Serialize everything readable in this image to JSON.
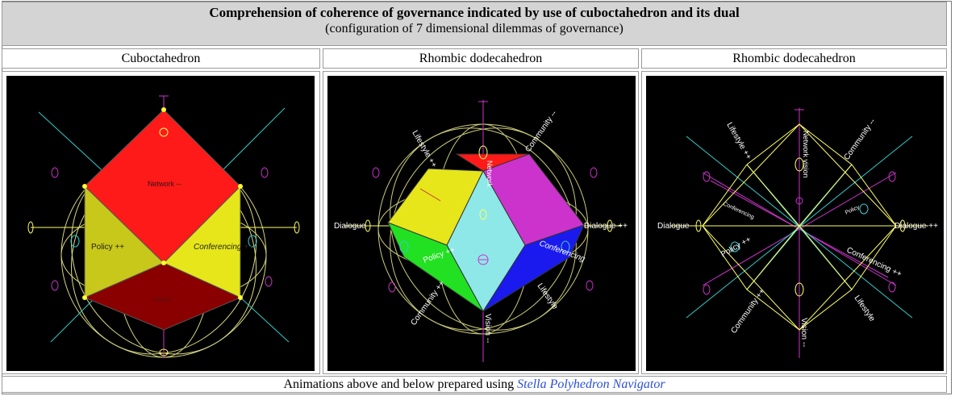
{
  "header": {
    "title": "Comprehension of coherence of governance indicated by use of cuboctahedron and its dual",
    "subtitle": "(configuration of 7 dimensional dilemmas of governance)"
  },
  "columns": [
    {
      "label": "Cuboctahedron"
    },
    {
      "label": "Rhombic dodecahedron"
    },
    {
      "label": "Rhombic dodecahedron"
    }
  ],
  "panel1": {
    "network": "Network --",
    "policy": "Policy ++",
    "conferencing": "Conferencing ++",
    "vision": "Vision"
  },
  "panel2": {
    "lifestyle_pp": "Lifestyle ++",
    "community_mm": "Community --",
    "dialogue_l": "Dialogue",
    "dialogue_r": "Dialogue ++",
    "policy": "Policy ++",
    "conferencing": "Conferencing",
    "community_pp": "Community ++",
    "lifestyle": "Lifestyle",
    "vision": "Vision --",
    "network": "Network"
  },
  "panel3": {
    "lifestyle_pp": "Lifestyle ++",
    "community_mm": "Community --",
    "dialogue_l": "Dialogue",
    "dialogue_r": "Dialogue ++",
    "policy": "Policy ++",
    "conferencing": "Conferencing ++",
    "conf_small": "Conferencing",
    "policy_small": "Policy",
    "community_pp": "Community ++",
    "lifestyle": "Lifestyle",
    "vision_bottom": "Vision --",
    "vision_top": "Network vision"
  },
  "footer": {
    "text": "Animations above and below prepared using",
    "link": "Stella Polyhedron Navigator"
  },
  "colors": {
    "red": "#ff1a1a",
    "yellow": "#e3e31a",
    "olive": "#a8a81a",
    "maroon": "#8a0000",
    "magenta": "#cc33cc",
    "cyan_face": "#8ee8e8",
    "green": "#22e022",
    "blue": "#1a1aee",
    "guide_cyan": "#33cccc",
    "guide_yellow": "#ffff66",
    "guide_magenta": "#cc33cc"
  }
}
